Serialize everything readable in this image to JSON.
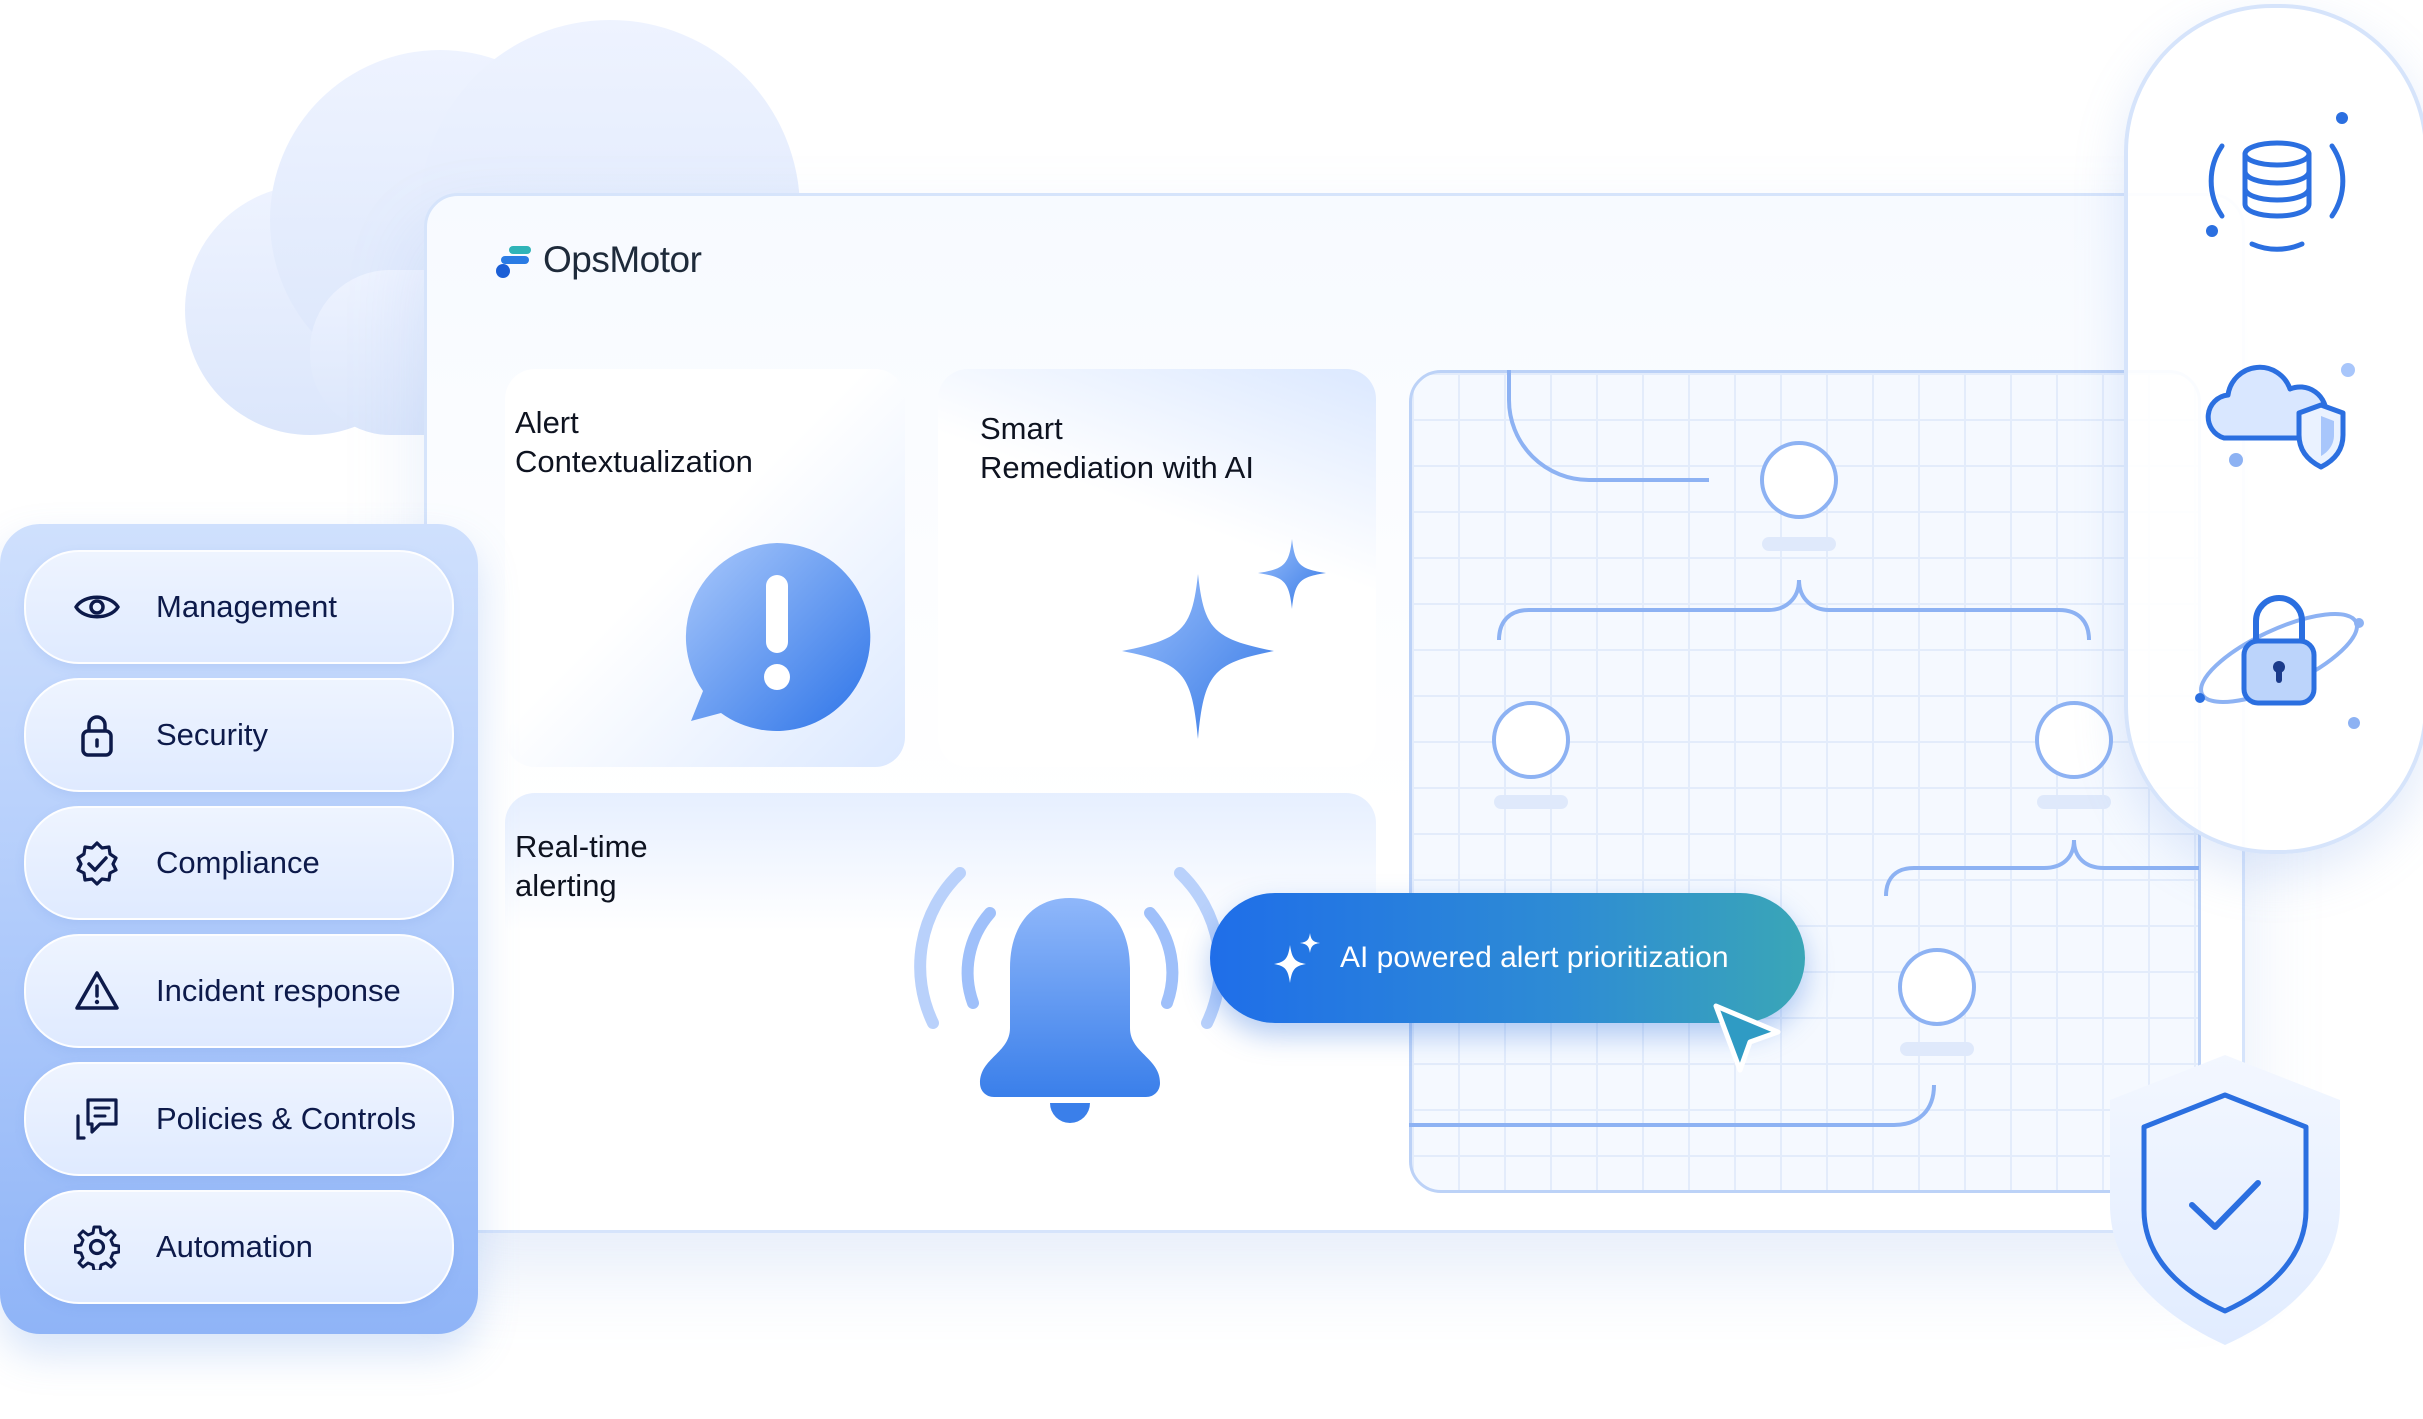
{
  "brand": {
    "name": "OpsMotor"
  },
  "cards": {
    "alert_contextualization": {
      "title_line1": "Alert",
      "title_line2": "Contextualization"
    },
    "smart_remediation": {
      "title_line1": "Smart",
      "title_line2": "Remediation with AI"
    },
    "realtime_alerting": {
      "title_line1": "Real-time",
      "title_line2": "alerting"
    }
  },
  "sidebar": {
    "items": [
      {
        "label": "Management",
        "icon": "eye-icon"
      },
      {
        "label": "Security",
        "icon": "lock-icon"
      },
      {
        "label": "Compliance",
        "icon": "badge-check-icon"
      },
      {
        "label": "Incident response",
        "icon": "warning-icon"
      },
      {
        "label": "Policies & Controls",
        "icon": "policy-document-icon"
      },
      {
        "label": "Automation",
        "icon": "gear-icon"
      }
    ]
  },
  "ai_pill": {
    "label": "AI powered alert prioritization",
    "icon": "sparkles-icon"
  },
  "right_column": {
    "icons": [
      "database-icon",
      "cloud-shield-icon",
      "lock-orbit-icon"
    ]
  },
  "colors": {
    "accent_blue": "#1f6ee9",
    "accent_teal": "#3aa6b7",
    "light_blue": "#dbe8ff",
    "text_dark": "#0d1a4a",
    "icon_stroke": "#2b6fe0"
  }
}
